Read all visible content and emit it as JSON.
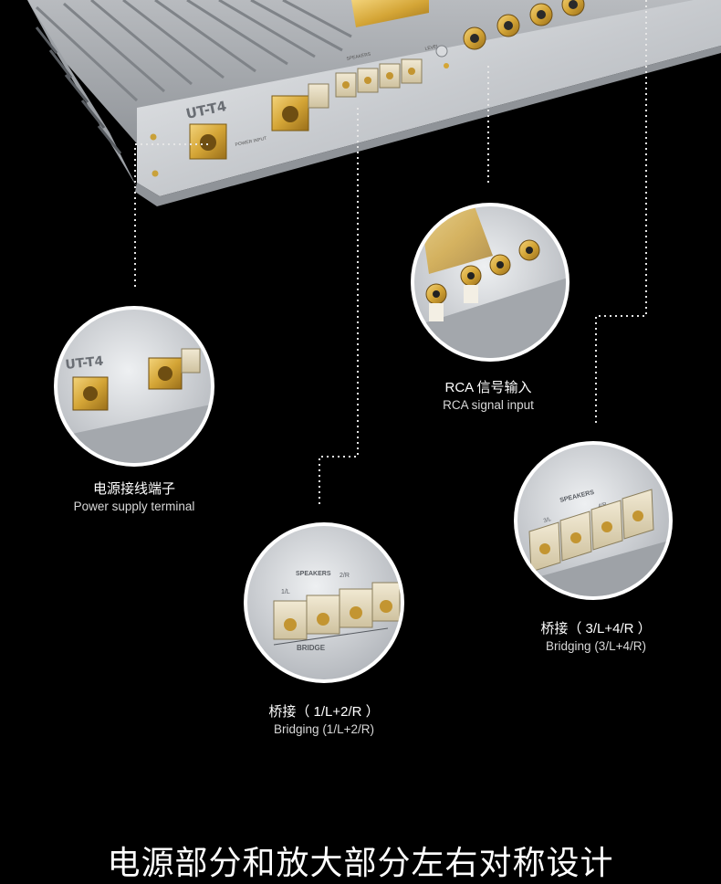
{
  "amplifier": {
    "model_label": "UT-T4",
    "panel_labels": {
      "power_input": "POWER INPUT",
      "speakers": "SPEAKERS",
      "level": "LEVEL",
      "bridge": "BRIDGE"
    }
  },
  "callouts": [
    {
      "id": "power",
      "title_zh": "电源接线端子",
      "title_en": "Power supply terminal"
    },
    {
      "id": "rca",
      "title_zh": "RCA 信号输入",
      "title_en": "RCA signal input"
    },
    {
      "id": "bridge-left",
      "title_zh": "桥接（ 1/L+2/R ）",
      "title_en": "Bridging (1/L+2/R)",
      "labels": [
        "SPEAKERS",
        "1/L",
        "2/R",
        "BRIDGE"
      ]
    },
    {
      "id": "bridge-right",
      "title_zh": "桥接（ 3/L+4/R ）",
      "title_en": "Bridging (3/L+4/R)",
      "labels": [
        "SPEAKERS",
        "3/L",
        "4/R"
      ]
    }
  ],
  "bottom_title": "电源部分和放大部分左右对称设计",
  "colors": {
    "background": "#000000",
    "aluminum": "#c9ccd0",
    "brass": "#d4a536",
    "text": "#ffffff",
    "dotted_line": "#e6e6e6"
  }
}
